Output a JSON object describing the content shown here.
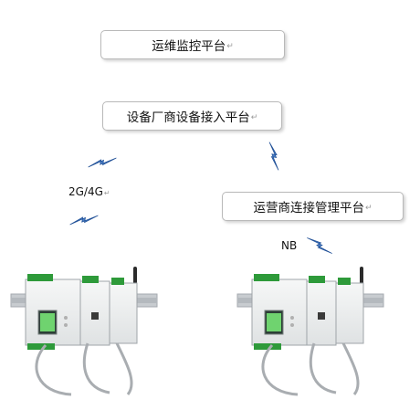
{
  "boxes": {
    "ops_monitoring": "运维监控平台",
    "vendor_access": "设备厂商设备接入平台",
    "carrier_mgmt": "运营商连接管理平台"
  },
  "links": {
    "cellular": "2G/4G",
    "nbiot": "NB"
  },
  "paragraph_mark": "↵",
  "colors": {
    "lightning": "#4a7fc8",
    "lightning_edge": "#1f4f96",
    "din_rail": "#c8ccd0",
    "module_body": "#eef0f0",
    "terminal_green": "#2e9a3a"
  }
}
